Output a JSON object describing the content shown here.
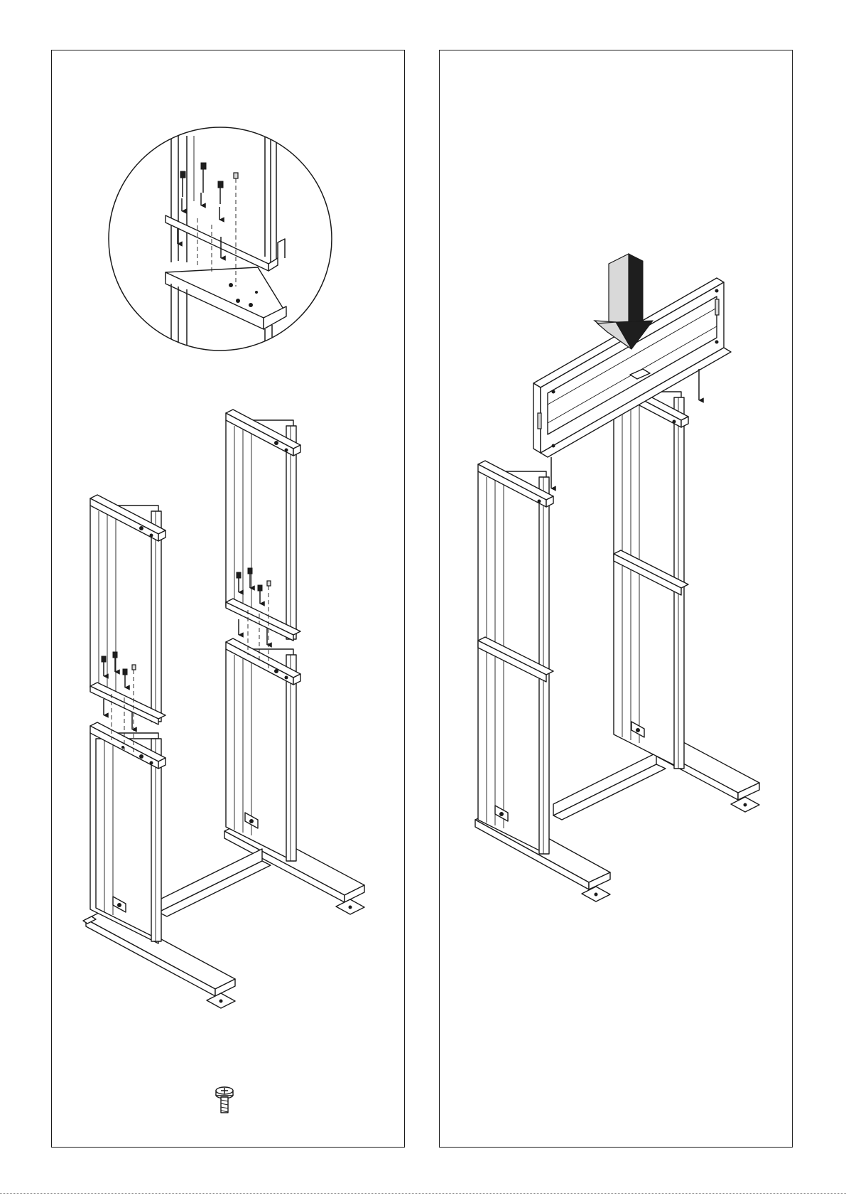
{
  "steps": [
    {
      "panel": "left",
      "content": "assembly-of-uprights",
      "icons": [
        "screw-icon",
        "magnified-detail",
        "arrow-down-icon"
      ]
    },
    {
      "panel": "right",
      "content": "mounting-of-top-crossbar",
      "icons": [
        "large-arrow-down-icon",
        "arrow-down-icon"
      ]
    }
  ],
  "colors": {
    "line": "#1a1a1a",
    "background": "#ffffff",
    "fill_grey": "#d9d9d9",
    "fill_dark": "#1e1e1e"
  }
}
